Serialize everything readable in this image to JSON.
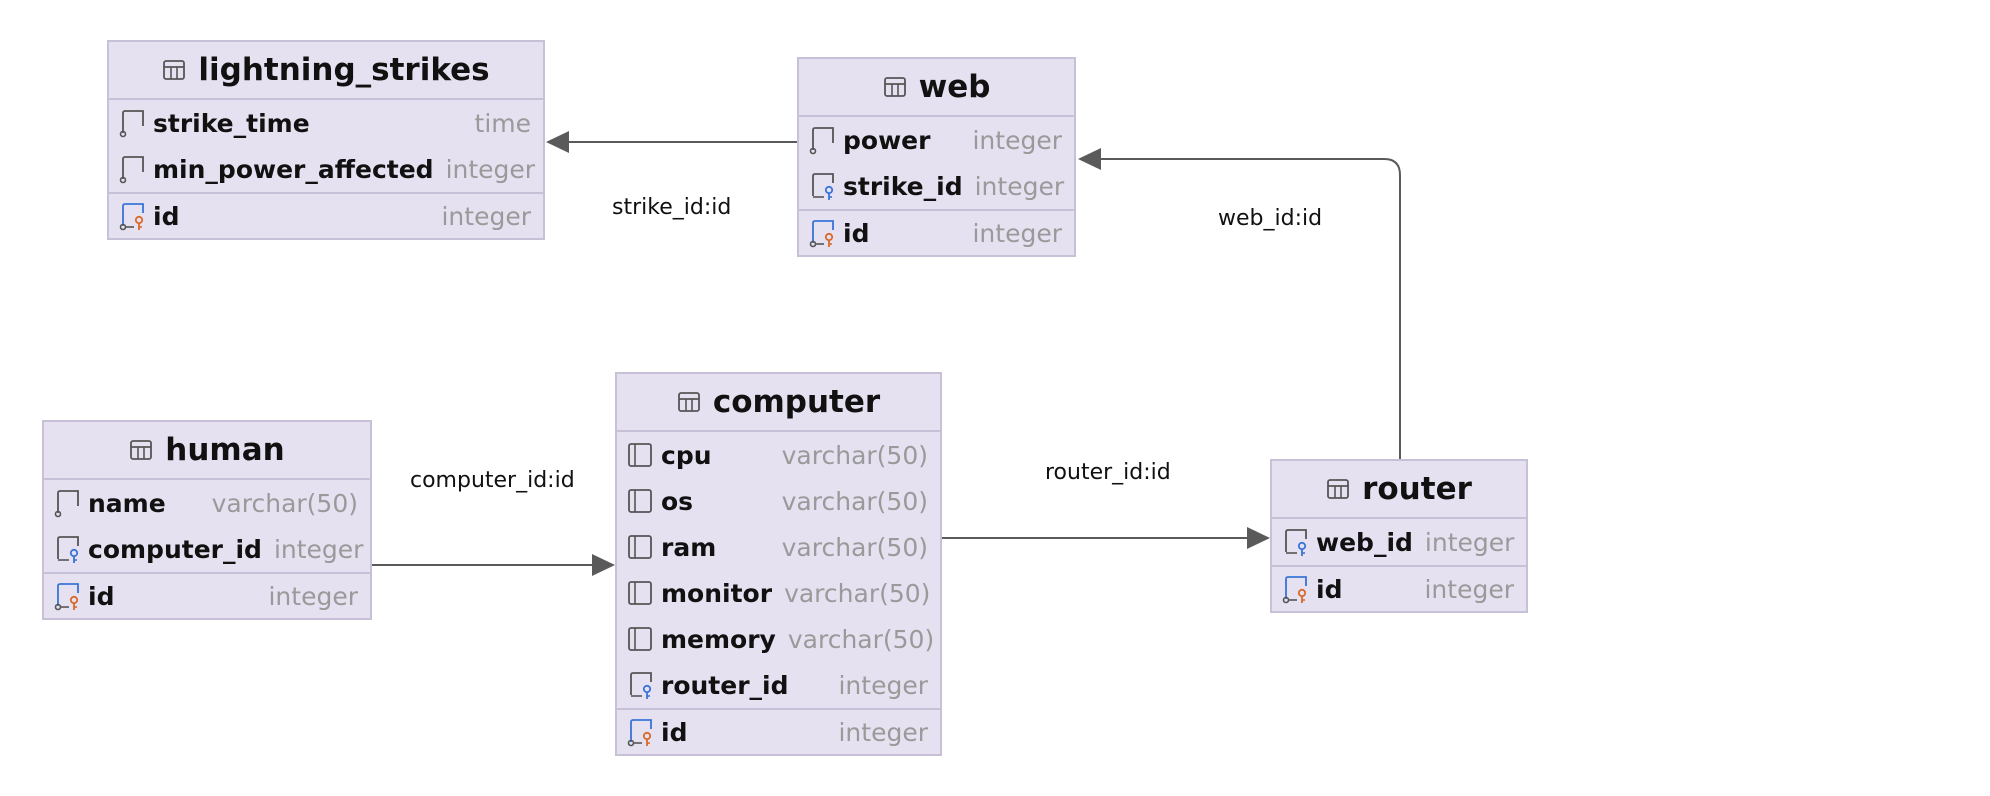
{
  "tables": {
    "lightning_strikes": {
      "name": "lightning_strikes",
      "columns": [
        {
          "name": "strike_time",
          "type": "time",
          "icon": "column-icon"
        },
        {
          "name": "min_power_affected",
          "type": "integer",
          "icon": "column-icon"
        }
      ],
      "pk": {
        "name": "id",
        "type": "integer",
        "icon": "primary-key-icon"
      }
    },
    "web": {
      "name": "web",
      "columns": [
        {
          "name": "power",
          "type": "integer",
          "icon": "column-icon"
        },
        {
          "name": "strike_id",
          "type": "integer",
          "icon": "foreign-key-icon"
        }
      ],
      "pk": {
        "name": "id",
        "type": "integer",
        "icon": "primary-key-icon"
      }
    },
    "human": {
      "name": "human",
      "columns": [
        {
          "name": "name",
          "type": "varchar(50)",
          "icon": "column-icon"
        },
        {
          "name": "computer_id",
          "type": "integer",
          "icon": "foreign-key-icon"
        }
      ],
      "pk": {
        "name": "id",
        "type": "integer",
        "icon": "primary-key-icon"
      }
    },
    "computer": {
      "name": "computer",
      "columns": [
        {
          "name": "cpu",
          "type": "varchar(50)",
          "icon": "column-icon"
        },
        {
          "name": "os",
          "type": "varchar(50)",
          "icon": "column-icon"
        },
        {
          "name": "ram",
          "type": "varchar(50)",
          "icon": "column-icon"
        },
        {
          "name": "monitor",
          "type": "varchar(50)",
          "icon": "column-icon"
        },
        {
          "name": "memory",
          "type": "varchar(50)",
          "icon": "column-icon"
        },
        {
          "name": "router_id",
          "type": "integer",
          "icon": "foreign-key-icon"
        }
      ],
      "pk": {
        "name": "id",
        "type": "integer",
        "icon": "primary-key-icon"
      }
    },
    "router": {
      "name": "router",
      "columns": [
        {
          "name": "web_id",
          "type": "integer",
          "icon": "foreign-key-icon"
        }
      ],
      "pk": {
        "name": "id",
        "type": "integer",
        "icon": "primary-key-icon"
      }
    }
  },
  "relations": {
    "web_strike": {
      "label": "strike_id:id",
      "from": "web",
      "to": "lightning_strikes"
    },
    "router_web": {
      "label": "web_id:id",
      "from": "router",
      "to": "web"
    },
    "human_computer": {
      "label": "computer_id:id",
      "from": "human",
      "to": "computer"
    },
    "computer_router": {
      "label": "router_id:id",
      "from": "computer",
      "to": "router"
    }
  },
  "colors": {
    "table_fill": "#e6e1f0",
    "table_border": "#c7c0d6",
    "edge": "#5a5a5a",
    "type_text": "#9a9a9a",
    "key_orange": "#d9692b",
    "key_blue": "#3a74d8"
  }
}
